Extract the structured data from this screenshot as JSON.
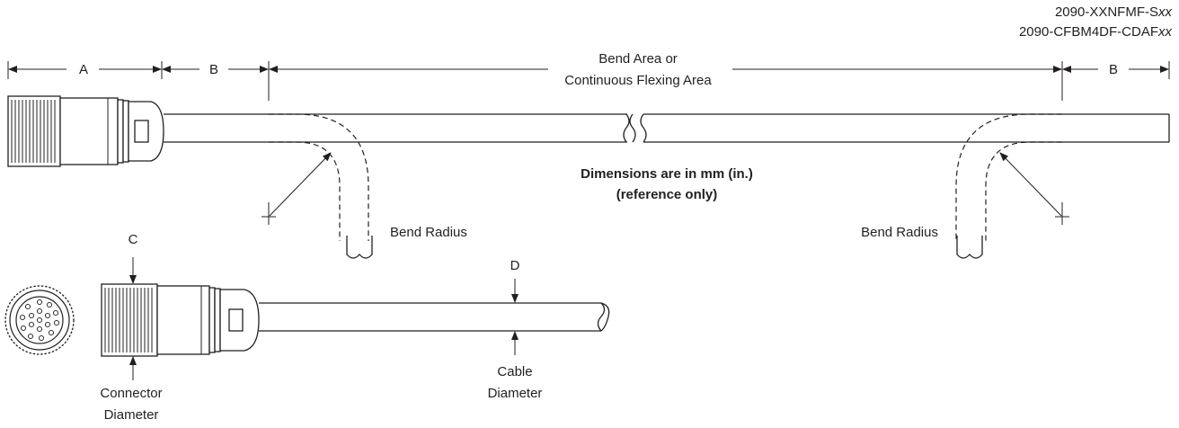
{
  "labels": {
    "part_number_1": "2090-XXNFMF-S",
    "part_number_1_suffix": "xx",
    "part_number_2": "2090-CFBM4DF-CDAF",
    "part_number_2_suffix": "xx",
    "dim_a": "A",
    "dim_b_left": "B",
    "dim_b_right": "B",
    "bend_area_line1": "Bend Area or",
    "bend_area_line2": "Continuous Flexing Area",
    "dimensions_line1": "Dimensions are in mm (in.)",
    "dimensions_line2": "(reference only)",
    "bend_radius_left": "Bend Radius",
    "bend_radius_right": "Bend Radius",
    "dim_c": "C",
    "dim_d": "D",
    "connector_diameter_line1": "Connector",
    "connector_diameter_line2": "Diameter",
    "cable_diameter_line1": "Cable",
    "cable_diameter_line2": "Diameter"
  }
}
